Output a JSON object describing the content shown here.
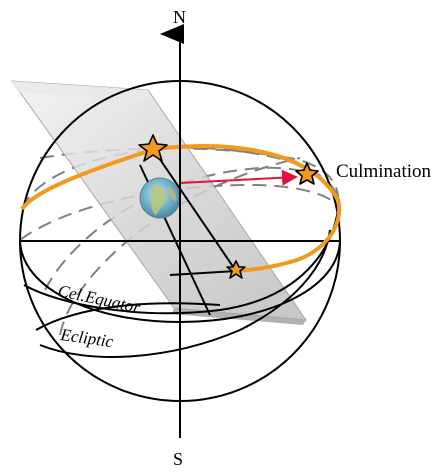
{
  "labels": {
    "north": "N",
    "south": "S",
    "culmination": "Culmination",
    "cel_equator": "Cel.Equator",
    "ecliptic": "Ecliptic"
  },
  "colors": {
    "orbit": "#f39a1e",
    "arrow": "#e0103f",
    "star_fill": "#f39a1e",
    "plane_fill": "#cfcfcf",
    "sphere_stroke": "#000000",
    "dashed": "#808080"
  }
}
